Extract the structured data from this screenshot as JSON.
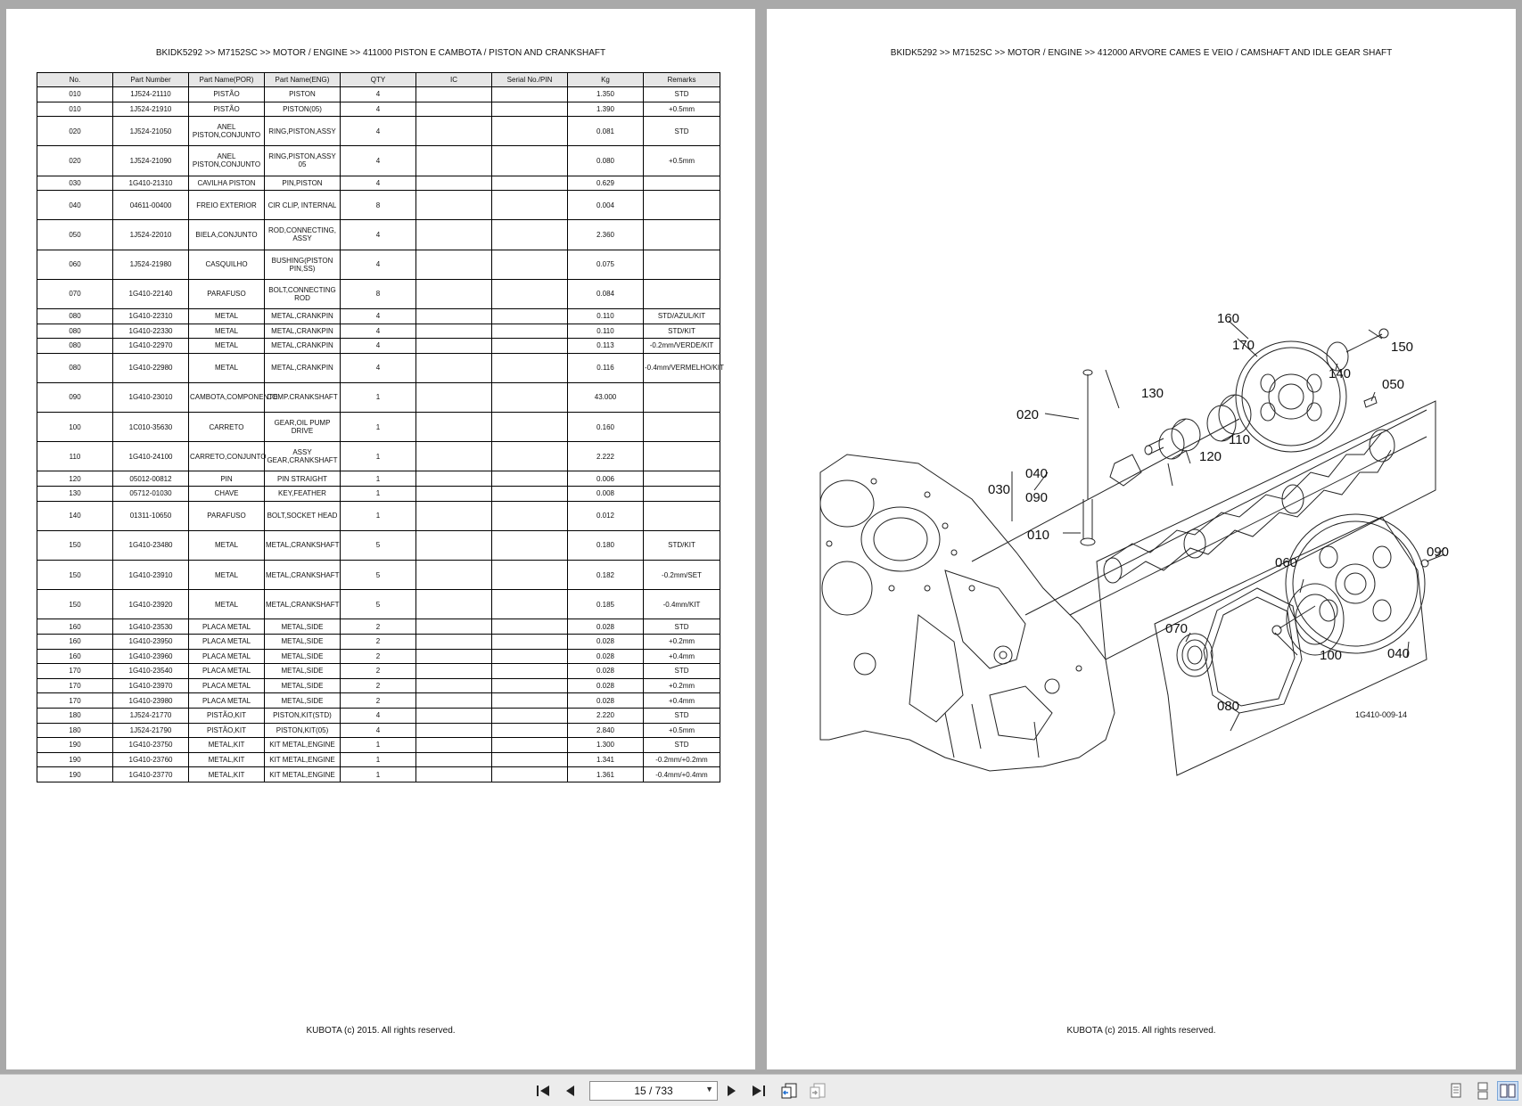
{
  "left_page": {
    "header": "BKIDK5292 >> M7152SC >> MOTOR / ENGINE >> 411000   PISTON E CAMBOTA / PISTON AND CRANKSHAFT",
    "footer": "KUBOTA (c) 2015. All rights reserved.",
    "columns": [
      "No.",
      "Part Number",
      "Part Name(POR)",
      "Part Name(ENG)",
      "QTY",
      "IC",
      "Serial No./PIN",
      "Kg",
      "Remarks"
    ],
    "rows": [
      {
        "no": "010",
        "pn": "1J524-21110",
        "por": "PISTÃO",
        "eng": "PISTON",
        "qty": "4",
        "ic": "",
        "serial": "",
        "kg": "1.350",
        "rem": "STD",
        "h": 1
      },
      {
        "no": "010",
        "pn": "1J524-21910",
        "por": "PISTÃO",
        "eng": "PISTON(05)",
        "qty": "4",
        "ic": "",
        "serial": "",
        "kg": "1.390",
        "rem": "+0.5mm",
        "h": 1
      },
      {
        "no": "020",
        "pn": "1J524-21050",
        "por": "ANEL PISTON,CONJUNTO",
        "eng": "RING,PISTON,ASSY",
        "qty": "4",
        "ic": "",
        "serial": "",
        "kg": "0.081",
        "rem": "STD",
        "h": 2
      },
      {
        "no": "020",
        "pn": "1J524-21090",
        "por": "ANEL PISTON,CONJUNTO",
        "eng": "RING,PISTON,ASSY 05",
        "qty": "4",
        "ic": "",
        "serial": "",
        "kg": "0.080",
        "rem": "+0.5mm",
        "h": 2
      },
      {
        "no": "030",
        "pn": "1G410-21310",
        "por": "CAVILHA PISTON",
        "eng": "PIN,PISTON",
        "qty": "4",
        "ic": "",
        "serial": "",
        "kg": "0.629",
        "rem": "",
        "h": 1
      },
      {
        "no": "040",
        "pn": "04611-00400",
        "por": "FREIO EXTERIOR",
        "eng": "CIR CLIP, INTERNAL",
        "qty": "8",
        "ic": "",
        "serial": "",
        "kg": "0.004",
        "rem": "",
        "h": 2
      },
      {
        "no": "050",
        "pn": "1J524-22010",
        "por": "BIELA,CONJUNTO",
        "eng": "ROD,CONNECTING, ASSY",
        "qty": "4",
        "ic": "",
        "serial": "",
        "kg": "2.360",
        "rem": "",
        "h": 2
      },
      {
        "no": "060",
        "pn": "1J524-21980",
        "por": "CASQUILHO",
        "eng": "BUSHING(PISTON PIN,SS)",
        "qty": "4",
        "ic": "",
        "serial": "",
        "kg": "0.075",
        "rem": "",
        "h": 2
      },
      {
        "no": "070",
        "pn": "1G410-22140",
        "por": "PARAFUSO",
        "eng": "BOLT,CONNECTING ROD",
        "qty": "8",
        "ic": "",
        "serial": "",
        "kg": "0.084",
        "rem": "",
        "h": 2
      },
      {
        "no": "080",
        "pn": "1G410-22310",
        "por": "METAL",
        "eng": "METAL,CRANKPIN",
        "qty": "4",
        "ic": "",
        "serial": "",
        "kg": "0.110",
        "rem": "STD/AZUL/KIT",
        "h": 1
      },
      {
        "no": "080",
        "pn": "1G410-22330",
        "por": "METAL",
        "eng": "METAL,CRANKPIN",
        "qty": "4",
        "ic": "",
        "serial": "",
        "kg": "0.110",
        "rem": "STD/KIT",
        "h": 1
      },
      {
        "no": "080",
        "pn": "1G410-22970",
        "por": "METAL",
        "eng": "METAL,CRANKPIN",
        "qty": "4",
        "ic": "",
        "serial": "",
        "kg": "0.113",
        "rem": "-0.2mm/VERDE/KIT",
        "h": 1
      },
      {
        "no": "080",
        "pn": "1G410-22980",
        "por": "METAL",
        "eng": "METAL,CRANKPIN",
        "qty": "4",
        "ic": "",
        "serial": "",
        "kg": "0.116",
        "rem": "-0.4mm/VERMELHO/KIT",
        "h": 2
      },
      {
        "no": "090",
        "pn": "1G410-23010",
        "por": "CAMBOTA,COMPONENTE",
        "eng": "COMP.CRANKSHAFT",
        "qty": "1",
        "ic": "",
        "serial": "",
        "kg": "43.000",
        "rem": "",
        "h": 2
      },
      {
        "no": "100",
        "pn": "1C010-35630",
        "por": "CARRETO",
        "eng": "GEAR,OIL PUMP DRIVE",
        "qty": "1",
        "ic": "",
        "serial": "",
        "kg": "0.160",
        "rem": "",
        "h": 2
      },
      {
        "no": "110",
        "pn": "1G410-24100",
        "por": "CARRETO,CONJUNTO",
        "eng": "ASSY GEAR,CRANKSHAFT",
        "qty": "1",
        "ic": "",
        "serial": "",
        "kg": "2.222",
        "rem": "",
        "h": 2
      },
      {
        "no": "120",
        "pn": "05012-00812",
        "por": "PIN",
        "eng": "PIN STRAIGHT",
        "qty": "1",
        "ic": "",
        "serial": "",
        "kg": "0.006",
        "rem": "",
        "h": 1
      },
      {
        "no": "130",
        "pn": "05712-01030",
        "por": "CHAVE",
        "eng": "KEY,FEATHER",
        "qty": "1",
        "ic": "",
        "serial": "",
        "kg": "0.008",
        "rem": "",
        "h": 1
      },
      {
        "no": "140",
        "pn": "01311-10650",
        "por": "PARAFUSO",
        "eng": "BOLT,SOCKET HEAD",
        "qty": "1",
        "ic": "",
        "serial": "",
        "kg": "0.012",
        "rem": "",
        "h": 2
      },
      {
        "no": "150",
        "pn": "1G410-23480",
        "por": "METAL",
        "eng": "METAL,CRANKSHAFT",
        "qty": "5",
        "ic": "",
        "serial": "",
        "kg": "0.180",
        "rem": "STD/KIT",
        "h": 2
      },
      {
        "no": "150",
        "pn": "1G410-23910",
        "por": "METAL",
        "eng": "METAL,CRANKSHAFT",
        "qty": "5",
        "ic": "",
        "serial": "",
        "kg": "0.182",
        "rem": "-0.2mm/SET",
        "h": 2
      },
      {
        "no": "150",
        "pn": "1G410-23920",
        "por": "METAL",
        "eng": "METAL,CRANKSHAFT",
        "qty": "5",
        "ic": "",
        "serial": "",
        "kg": "0.185",
        "rem": "-0.4mm/KIT",
        "h": 2
      },
      {
        "no": "160",
        "pn": "1G410-23530",
        "por": "PLACA METAL",
        "eng": "METAL,SIDE",
        "qty": "2",
        "ic": "",
        "serial": "",
        "kg": "0.028",
        "rem": "STD",
        "h": 1
      },
      {
        "no": "160",
        "pn": "1G410-23950",
        "por": "PLACA METAL",
        "eng": "METAL,SIDE",
        "qty": "2",
        "ic": "",
        "serial": "",
        "kg": "0.028",
        "rem": "+0.2mm",
        "h": 1
      },
      {
        "no": "160",
        "pn": "1G410-23960",
        "por": "PLACA METAL",
        "eng": "METAL,SIDE",
        "qty": "2",
        "ic": "",
        "serial": "",
        "kg": "0.028",
        "rem": "+0.4mm",
        "h": 1
      },
      {
        "no": "170",
        "pn": "1G410-23540",
        "por": "PLACA METAL",
        "eng": "METAL,SIDE",
        "qty": "2",
        "ic": "",
        "serial": "",
        "kg": "0.028",
        "rem": "STD",
        "h": 1
      },
      {
        "no": "170",
        "pn": "1G410-23970",
        "por": "PLACA METAL",
        "eng": "METAL,SIDE",
        "qty": "2",
        "ic": "",
        "serial": "",
        "kg": "0.028",
        "rem": "+0.2mm",
        "h": 1
      },
      {
        "no": "170",
        "pn": "1G410-23980",
        "por": "PLACA METAL",
        "eng": "METAL,SIDE",
        "qty": "2",
        "ic": "",
        "serial": "",
        "kg": "0.028",
        "rem": "+0.4mm",
        "h": 1
      },
      {
        "no": "180",
        "pn": "1J524-21770",
        "por": "PISTÃO,KIT",
        "eng": "PISTON,KIT(STD)",
        "qty": "4",
        "ic": "",
        "serial": "",
        "kg": "2.220",
        "rem": "STD",
        "h": 1
      },
      {
        "no": "180",
        "pn": "1J524-21790",
        "por": "PISTÃO,KIT",
        "eng": "PISTON,KIT(05)",
        "qty": "4",
        "ic": "",
        "serial": "",
        "kg": "2.840",
        "rem": "+0.5mm",
        "h": 1
      },
      {
        "no": "190",
        "pn": "1G410-23750",
        "por": "METAL,KIT",
        "eng": "KIT METAL,ENGINE",
        "qty": "1",
        "ic": "",
        "serial": "",
        "kg": "1.300",
        "rem": "STD",
        "h": 1
      },
      {
        "no": "190",
        "pn": "1G410-23760",
        "por": "METAL,KIT",
        "eng": "KIT METAL,ENGINE",
        "qty": "1",
        "ic": "",
        "serial": "",
        "kg": "1.341",
        "rem": "-0.2mm/+0.2mm",
        "h": 1
      },
      {
        "no": "190",
        "pn": "1G410-23770",
        "por": "METAL,KIT",
        "eng": "KIT METAL,ENGINE",
        "qty": "1",
        "ic": "",
        "serial": "",
        "kg": "1.361",
        "rem": "-0.4mm/+0.4mm",
        "h": 1
      }
    ]
  },
  "right_page": {
    "header": "BKIDK5292 >> M7152SC >> MOTOR / ENGINE >> 412000   ARVORE CAMES E VEIO / CAMSHAFT AND IDLE GEAR SHAFT",
    "footer": "KUBOTA (c) 2015. All rights reserved.",
    "callouts": {
      "c010": "010",
      "c020": "020",
      "c030": "030",
      "c040a": "040",
      "c040b": "040",
      "c050": "050",
      "c060": "060",
      "c070": "070",
      "c080": "080",
      "c090a": "090",
      "c090b": "090",
      "c100": "100",
      "c110": "110",
      "c120": "120",
      "c130": "130",
      "c140": "140",
      "c150": "150",
      "c160": "160",
      "c170": "170"
    },
    "figure_code": "1G410-009-14"
  },
  "toolbar": {
    "page_indicator": "15 / 733"
  }
}
